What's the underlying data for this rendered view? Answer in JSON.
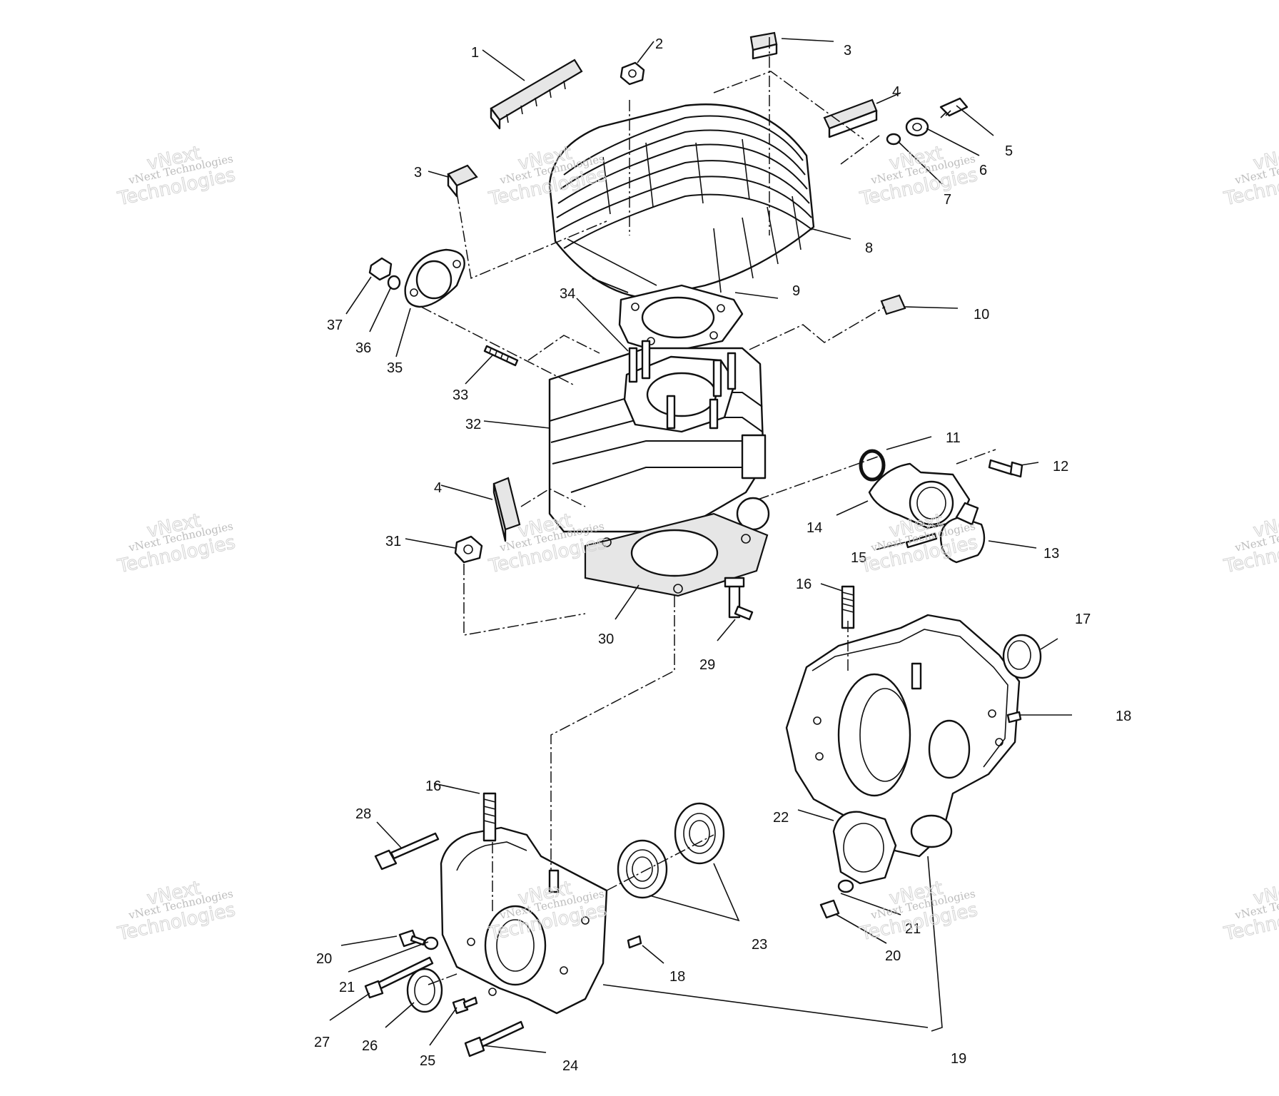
{
  "watermark": {
    "line1": "vNext Technologies",
    "line2": "vNext",
    "line3": "Technologies"
  },
  "callouts": [
    "1",
    "2",
    "3",
    "3",
    "4",
    "4",
    "5",
    "6",
    "7",
    "8",
    "9",
    "10",
    "11",
    "12",
    "13",
    "14",
    "15",
    "16",
    "16",
    "17",
    "18",
    "18",
    "19",
    "20",
    "20",
    "21",
    "21",
    "22",
    "23",
    "24",
    "25",
    "26",
    "27",
    "28",
    "29",
    "30",
    "31",
    "32",
    "33",
    "34",
    "35",
    "36",
    "37"
  ],
  "colors": {
    "ink": "#111111",
    "watermark": "#bdbdbd"
  }
}
